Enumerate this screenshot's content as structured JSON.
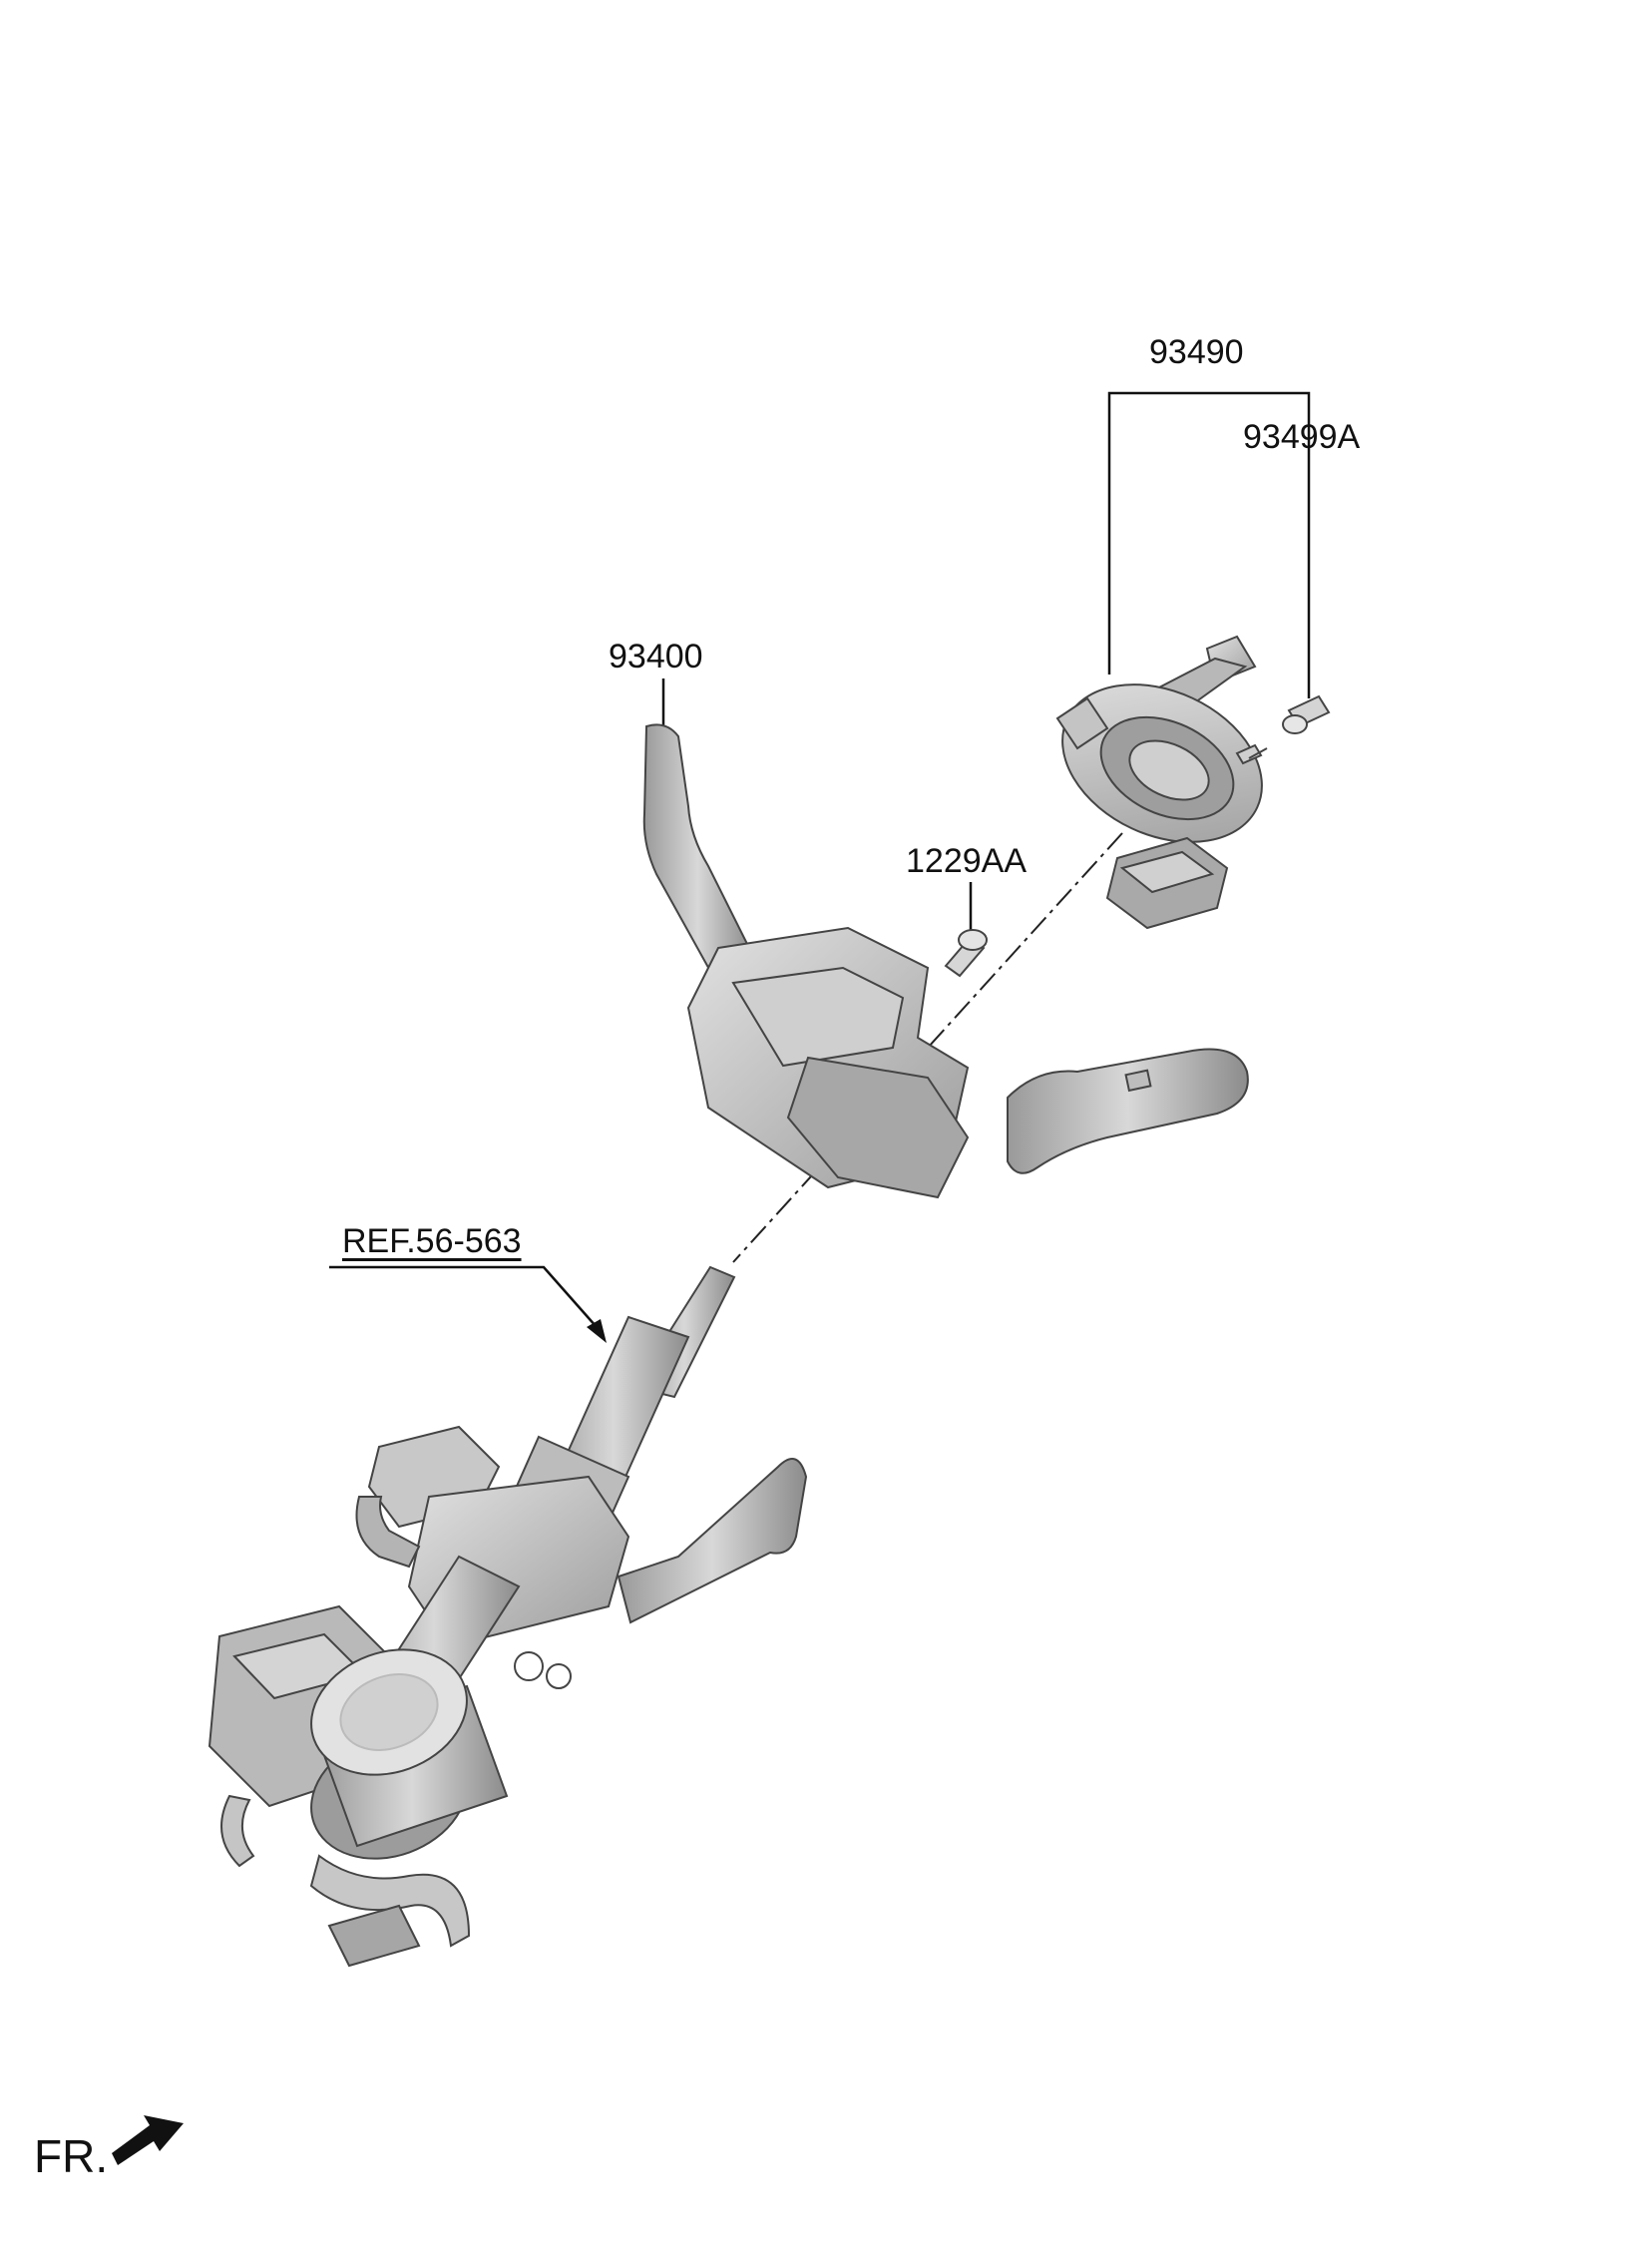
{
  "labels": {
    "p93490": "93490",
    "p93499a": "93499A",
    "p93400": "93400",
    "p1229aa": "1229AA",
    "ref": "REF.56-563"
  },
  "orientation": {
    "label": "FR."
  },
  "colors": {
    "line": "#111111",
    "part_fill": "#bdbdbd",
    "part_dark": "#8a8a8a",
    "part_light": "#dcdcdc"
  }
}
